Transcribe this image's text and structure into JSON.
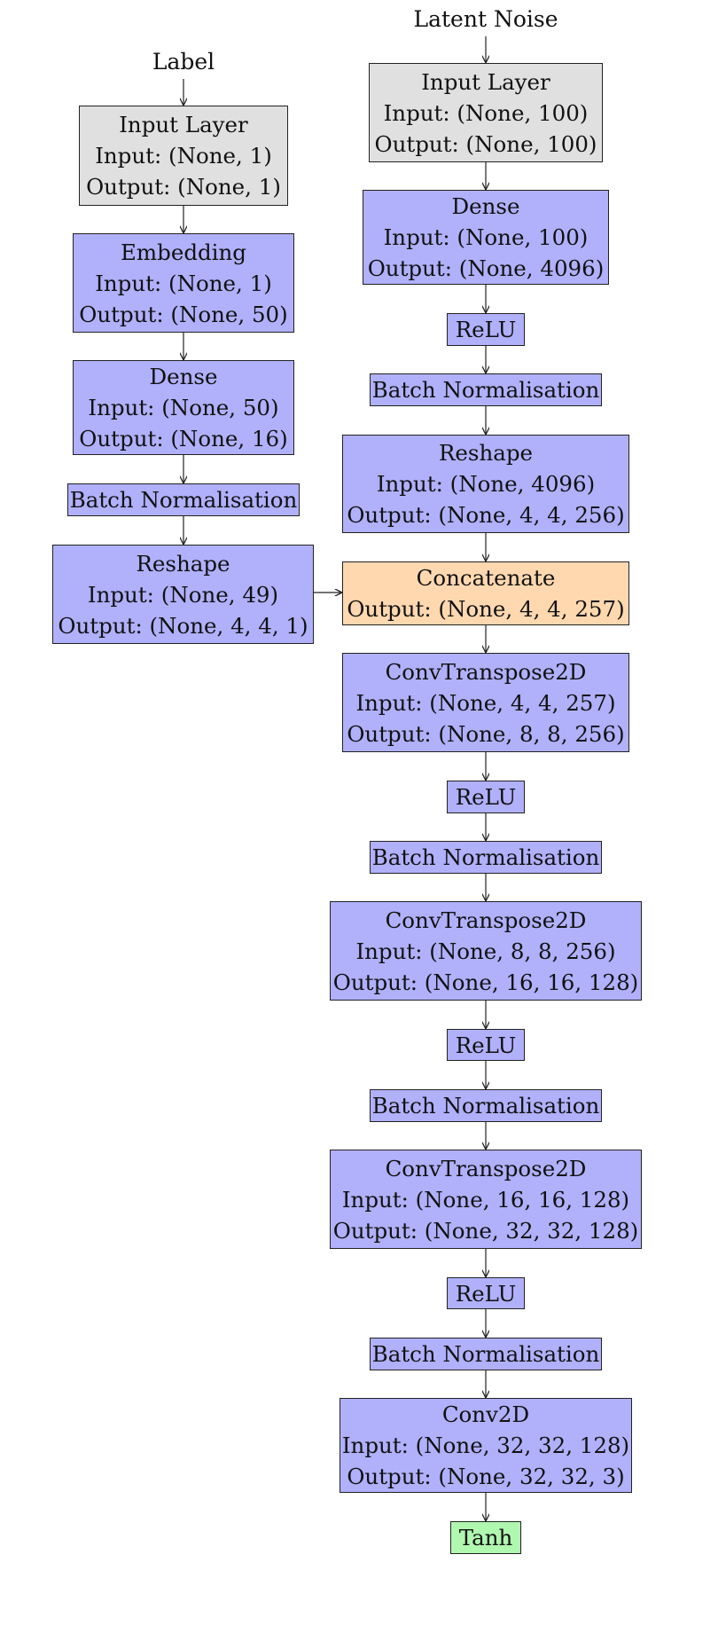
{
  "left_column": {
    "label": "Label",
    "input_layer": {
      "title": "Input Layer",
      "input": "Input: (None, 1)",
      "output": "Output: (None, 1)"
    },
    "embedding": {
      "title": "Embedding",
      "input": "Input: (None, 1)",
      "output": "Output: (None, 50)"
    },
    "dense": {
      "title": "Dense",
      "input": "Input: (None, 50)",
      "output": "Output: (None, 16)"
    },
    "batch_norm": {
      "title": "Batch Normalisation"
    },
    "reshape": {
      "title": "Reshape",
      "input": "Input: (None, 49)",
      "output": "Output: (None, 4, 4, 1)"
    }
  },
  "right_column": {
    "label": "Latent Noise",
    "input_layer": {
      "title": "Input Layer",
      "input": "Input: (None, 100)",
      "output": "Output: (None, 100)"
    },
    "dense": {
      "title": "Dense",
      "input": "Input: (None, 100)",
      "output": "Output: (None, 4096)"
    },
    "relu_1": {
      "title": "ReLU"
    },
    "batch_norm_1": {
      "title": "Batch Normalisation"
    },
    "reshape": {
      "title": "Reshape",
      "input": "Input: (None, 4096)",
      "output": "Output: (None, 4, 4, 256)"
    },
    "concatenate": {
      "title": "Concatenate",
      "output": "Output: (None, 4, 4, 257)"
    },
    "conv_transpose_1": {
      "title": "ConvTranspose2D",
      "input": "Input: (None, 4, 4, 257)",
      "output": "Output: (None, 8, 8, 256)"
    },
    "relu_2": {
      "title": "ReLU"
    },
    "batch_norm_2": {
      "title": "Batch Normalisation"
    },
    "conv_transpose_2": {
      "title": "ConvTranspose2D",
      "input": "Input: (None, 8, 8, 256)",
      "output": "Output: (None, 16, 16, 128)"
    },
    "relu_3": {
      "title": "ReLU"
    },
    "batch_norm_3": {
      "title": "Batch Normalisation"
    },
    "conv_transpose_3": {
      "title": "ConvTranspose2D",
      "input": "Input: (None, 16, 16, 128)",
      "output": "Output: (None, 32, 32, 128)"
    },
    "relu_4": {
      "title": "ReLU"
    },
    "batch_norm_4": {
      "title": "Batch Normalisation"
    },
    "conv2d": {
      "title": "Conv2D",
      "input": "Input: (None, 32, 32, 128)",
      "output": "Output: (None, 32, 32, 3)"
    },
    "tanh": {
      "title": "Tanh"
    }
  },
  "colors": {
    "input_layer": "#e0e0e0",
    "layer": "#b0b0fb",
    "concatenate": "#ffd8b0",
    "tanh": "#b0f7b0",
    "border": "#222222"
  }
}
